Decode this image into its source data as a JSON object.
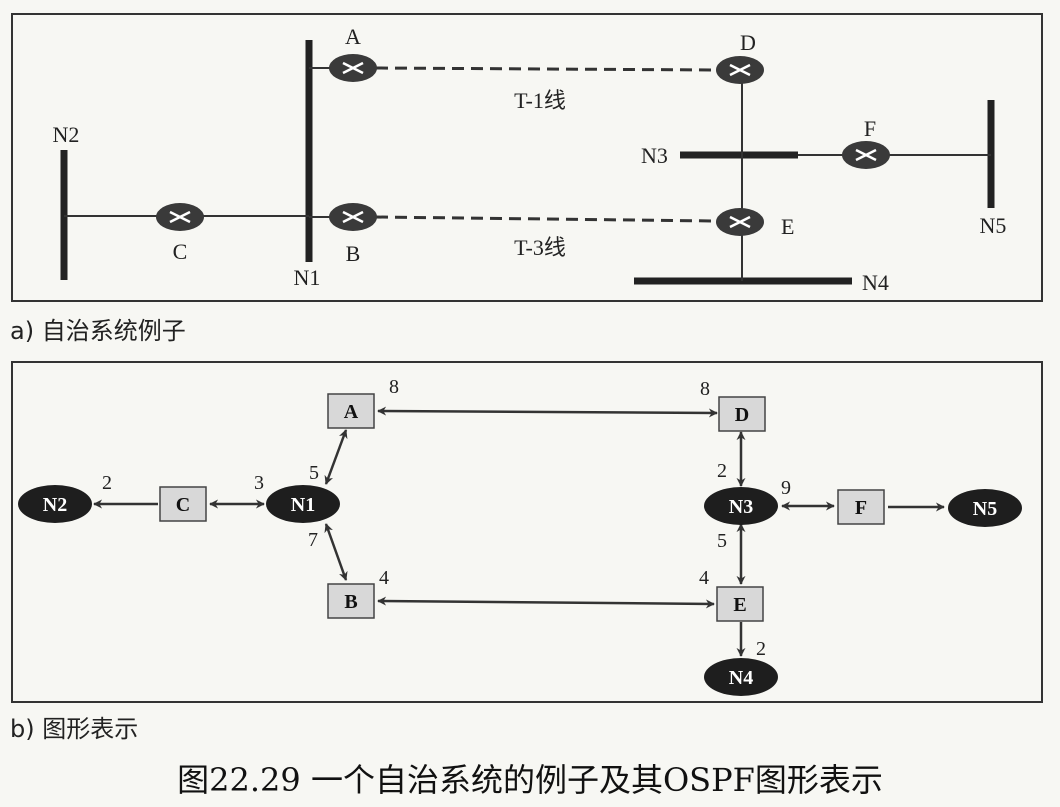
{
  "panel_a": {
    "caption": "a) 自治系统例子",
    "routers": [
      "A",
      "B",
      "C",
      "D",
      "E",
      "F"
    ],
    "networks": [
      "N1",
      "N2",
      "N3",
      "N4",
      "N5"
    ],
    "links": {
      "t1": "T-1线",
      "t3": "T-3线"
    }
  },
  "panel_b": {
    "caption": "b) 图形表示",
    "nodes": {
      "A": "A",
      "B": "B",
      "C": "C",
      "D": "D",
      "E": "E",
      "F": "F",
      "N1": "N1",
      "N2": "N2",
      "N3": "N3",
      "N4": "N4",
      "N5": "N5"
    },
    "weights": {
      "a_top": "8",
      "d_top": "8",
      "n1_a": "5",
      "n1_b": "7",
      "b_top": "4",
      "e_top": "4",
      "c_n2": "2",
      "n1_c": "3",
      "n3_d": "2",
      "n3_f": "9",
      "n3_e": "5",
      "e_n4": "2"
    }
  },
  "figure_title": "图22.29  一个自治系统的例子及其OSPF图形表示"
}
